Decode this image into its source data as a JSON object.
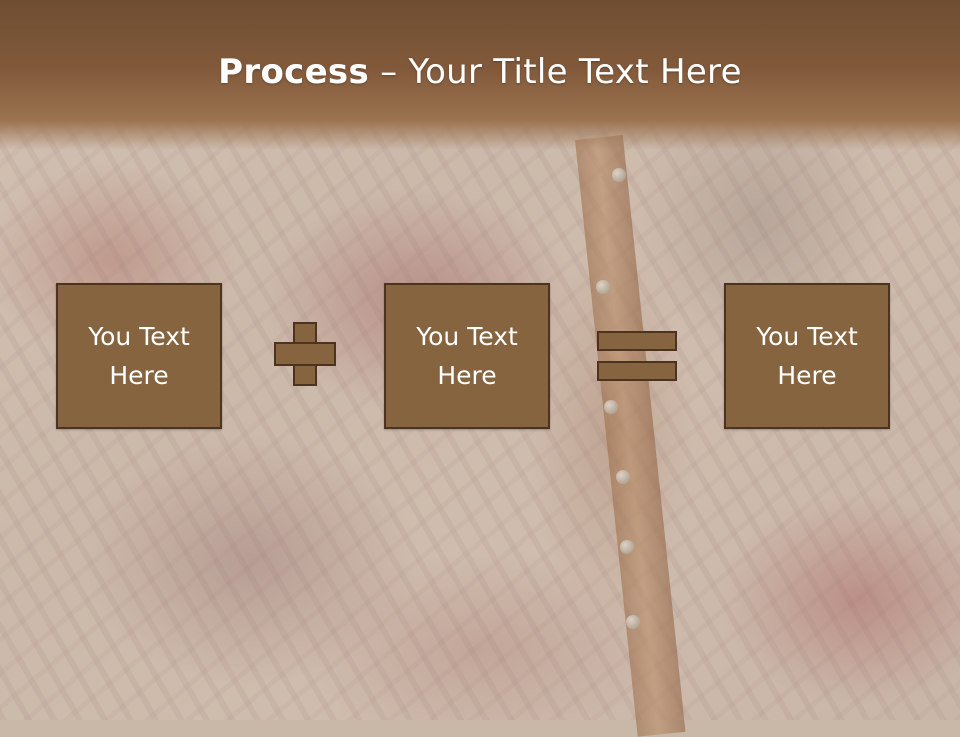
{
  "slide": {
    "title_bold": "Process",
    "title_rest": " – Your Title Text Here",
    "boxes": [
      {
        "label": "You Text\nHere"
      },
      {
        "label": "You Text\nHere"
      },
      {
        "label": "You Text\nHere"
      }
    ],
    "operators": [
      "plus-icon",
      "equals-icon"
    ]
  },
  "colors": {
    "title_band": "#7a5434",
    "box_fill": "#85643f",
    "box_border": "#4b331f",
    "text": "#ffffff"
  }
}
